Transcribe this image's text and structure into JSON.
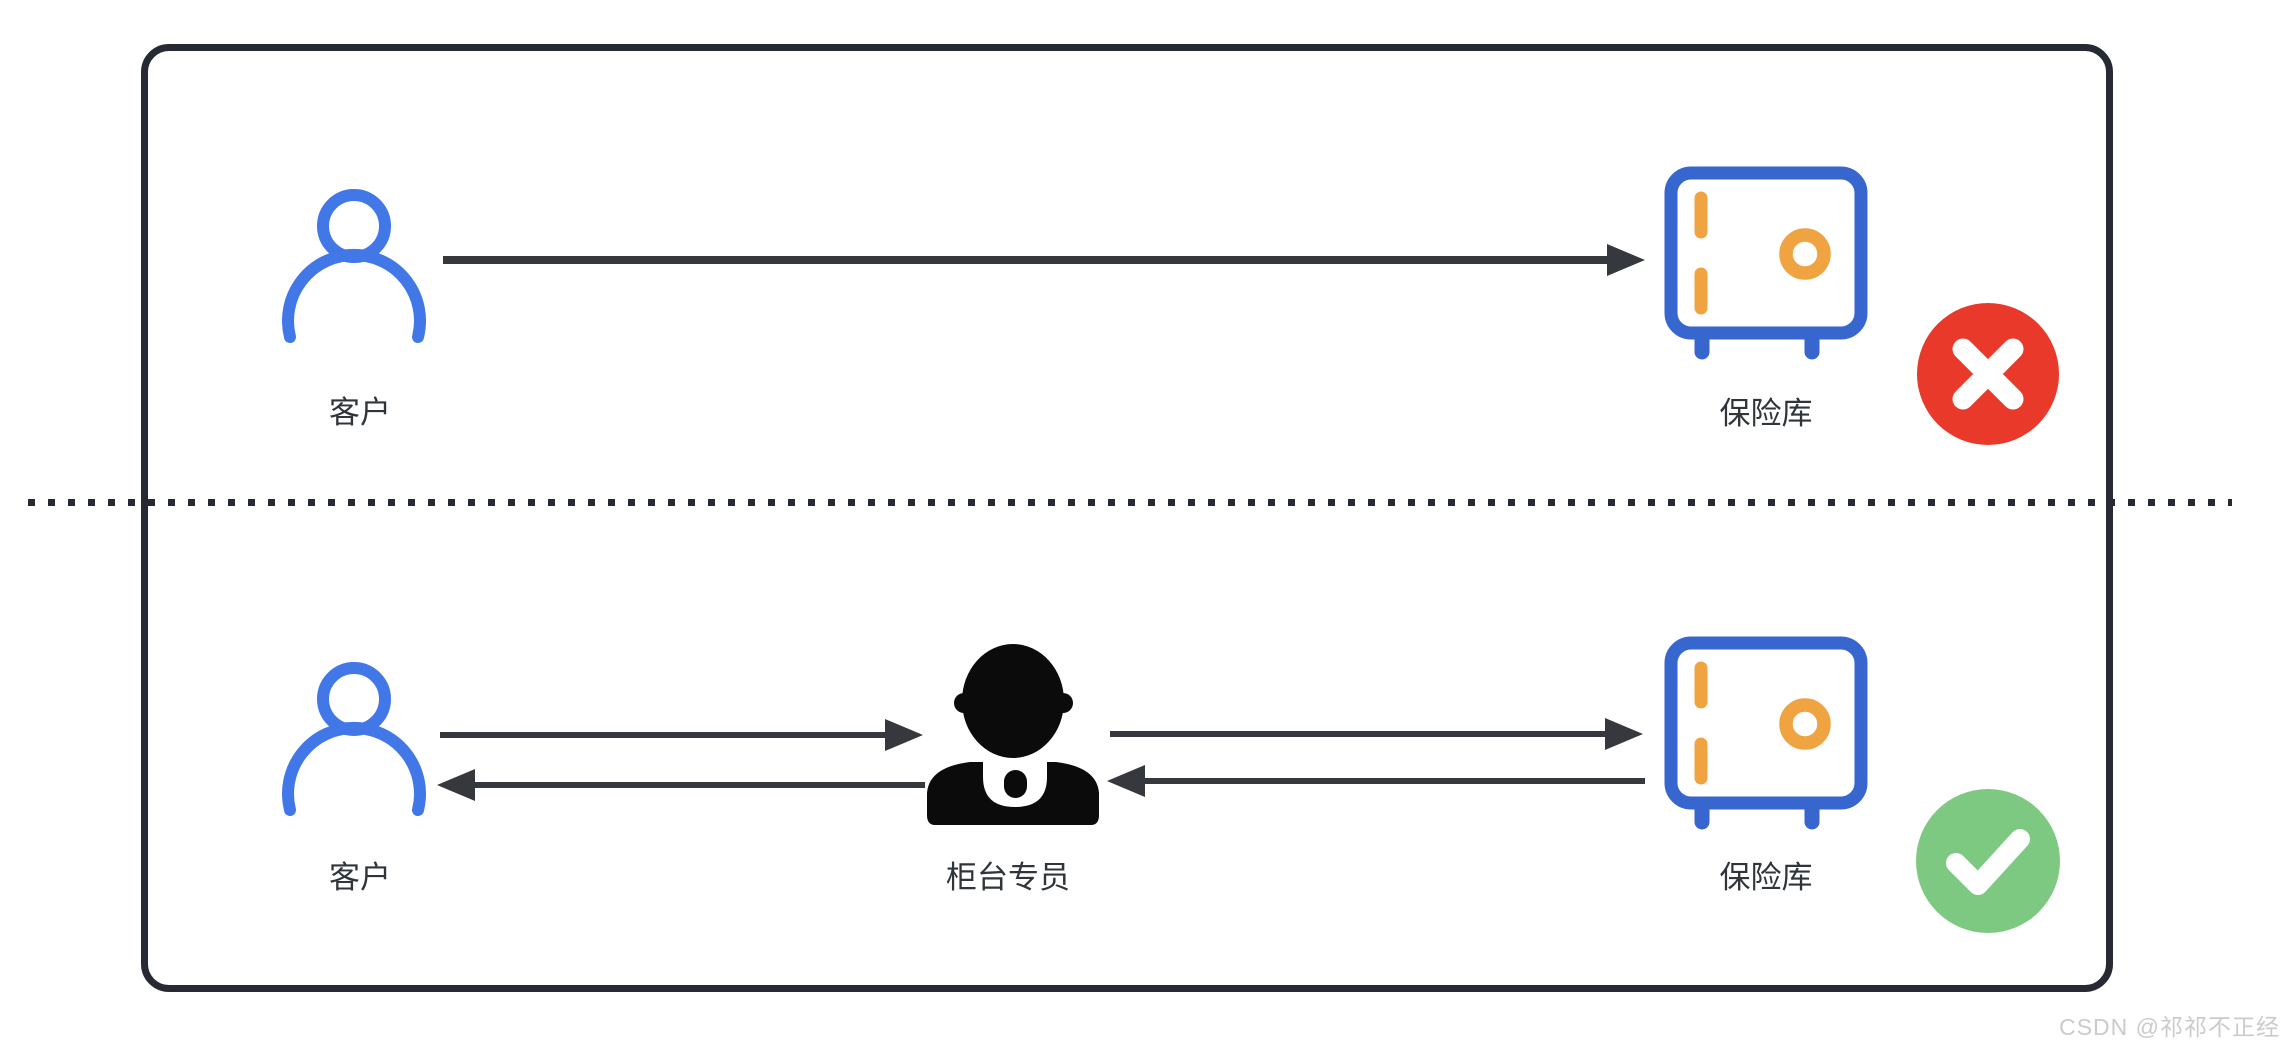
{
  "watermark": "CSDN @祁祁不正经",
  "colors": {
    "frame": "#262b33",
    "connector": "#35393d",
    "person_blue": "#4177e7",
    "vault_blue": "#3866cf",
    "vault_orange": "#f0a341",
    "error_red": "#e8392b",
    "success_green": "#7dc981",
    "label_text": "#303539",
    "watermark_gray": "#cbcbcb"
  },
  "top": {
    "customer_label": "客户",
    "vault_label": "保险库",
    "result_icon": "error-x-circle",
    "arrows": [
      {
        "from": "customer",
        "to": "vault"
      }
    ]
  },
  "bottom": {
    "customer_label": "客户",
    "clerk_label": "柜台专员",
    "vault_label": "保险库",
    "result_icon": "success-check-circle",
    "arrows": [
      {
        "from": "customer",
        "to": "clerk"
      },
      {
        "from": "clerk",
        "to": "customer"
      },
      {
        "from": "clerk",
        "to": "vault"
      },
      {
        "from": "vault",
        "to": "clerk"
      }
    ]
  }
}
